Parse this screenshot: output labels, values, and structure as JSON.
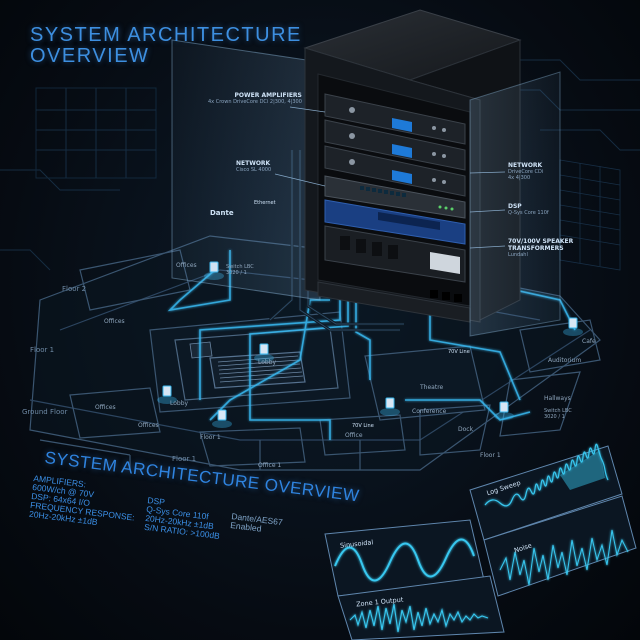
{
  "title_line1": "SYSTEM ARCHITECTURE",
  "title_line2": "OVERVIEW",
  "rack": {
    "power_amplifiers": {
      "label": "POWER AMPLIFIERS",
      "sub": "4x Crown DriveCore DCi 2|300, 4|300"
    },
    "network": {
      "label": "NETWORK",
      "sub": "Cisco SL 4000"
    },
    "network_right": {
      "label": "NETWORK",
      "sub1": "DriveCore CDi",
      "sub2": "4x 4|300"
    },
    "dsp": {
      "label": "DSP",
      "sub": "Q-Sys Core 110f"
    },
    "transformers": {
      "label": "70V/100V SPEAKER TRANSFORMERS",
      "sub": "Lundahl"
    },
    "ethernet": "Ethernet",
    "dante": "Dante",
    "line_70v": "70V Line",
    "line_70v_b": "70V Line"
  },
  "floors": [
    "Floor 2",
    "Floor 1",
    "Ground Floor",
    "Floor 1"
  ],
  "rooms": [
    "Offices",
    "Switch LBC 3020 / 1",
    "Offices",
    "Lobby",
    "Offices",
    "Lobby",
    "Offices",
    "Floor 1",
    "Theatre",
    "Conference",
    "Office",
    "Auditorium",
    "Cafe",
    "Hallways",
    "Switch LBC 3020 / 1",
    "Dock",
    "Office 1",
    "Floor 1"
  ],
  "spec": {
    "heading": "SYSTEM ARCHITECTURE OVERVIEW",
    "col1": [
      "AMPLIFIERS:",
      "600W/ch @ 70V",
      "DSP: 64x64 I/O",
      "FREQUENCY RESPONSE:",
      "20Hz-20kHz ±1dB"
    ],
    "col2": [
      "DSP",
      "Q-Sys Core 110f",
      "20Hz-20kHz ±1dB",
      "S/N RATIO: >100dB"
    ],
    "col3": [
      "Dante/AES67",
      "Enabled"
    ]
  },
  "waves": {
    "sinusoidal": "Sinusoidal",
    "log_sweep": "Log Sweep",
    "noise": "Noise",
    "zone_output": "Zone 1 Output"
  },
  "colors": {
    "accent": "#2f84e0",
    "glow": "#38b8f0",
    "panel": "#0b1622",
    "rack": "#15191e"
  }
}
